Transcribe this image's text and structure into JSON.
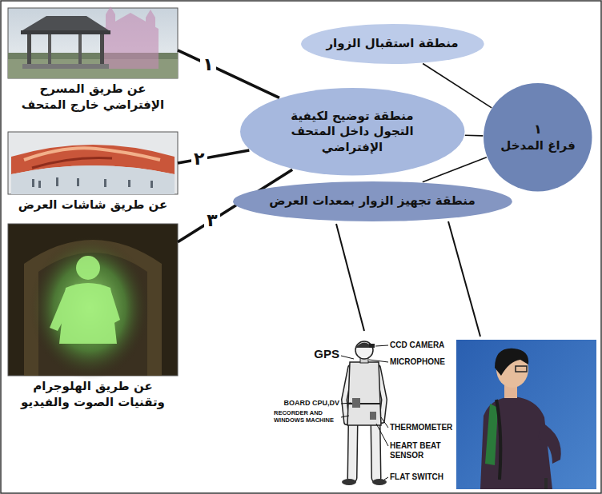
{
  "diagram": {
    "nodes": [
      {
        "text": [
          "منطقة استقبال الزوار"
        ]
      },
      {
        "text": [
          "١",
          "فراغ المدخل"
        ]
      },
      {
        "text": [
          "منطقة توضيح لكيفية التجول داخل المتحف الإفتراضي"
        ]
      },
      {
        "text": [
          "منطقة تجهيز الزوار بمعدات العرض"
        ]
      },
      {
        "text": [
          "عن طريق المسرح الإفتراضي خارج المتحف"
        ]
      },
      {
        "text": [
          "عن طريق شاشات العرض"
        ]
      },
      {
        "text": [
          "عن طريق الهلوجرام وتقنيات الصوت والفيديو"
        ]
      }
    ],
    "edges": [
      {
        "from": 1,
        "to": 0,
        "arrow": "none"
      },
      {
        "from": 1,
        "to": 2,
        "arrow": "none"
      },
      {
        "from": 1,
        "to": 3,
        "arrow": "none"
      },
      {
        "from": 2,
        "to": 4,
        "label": "١",
        "arrow": "none"
      },
      {
        "from": 2,
        "to": 5,
        "label": "٢",
        "arrow": "none"
      },
      {
        "from": 2,
        "to": 6,
        "label": "٣",
        "arrow": "none"
      }
    ],
    "labels": [
      "GPS",
      "CCD CAMERA",
      "MICROPHONE",
      "BOARD CPU,DV",
      "RECORDER AND WINDOWS MACHINE",
      "THERMOMETER",
      "HEART BEAT SENSOR",
      "FLAT SWITCH"
    ]
  }
}
